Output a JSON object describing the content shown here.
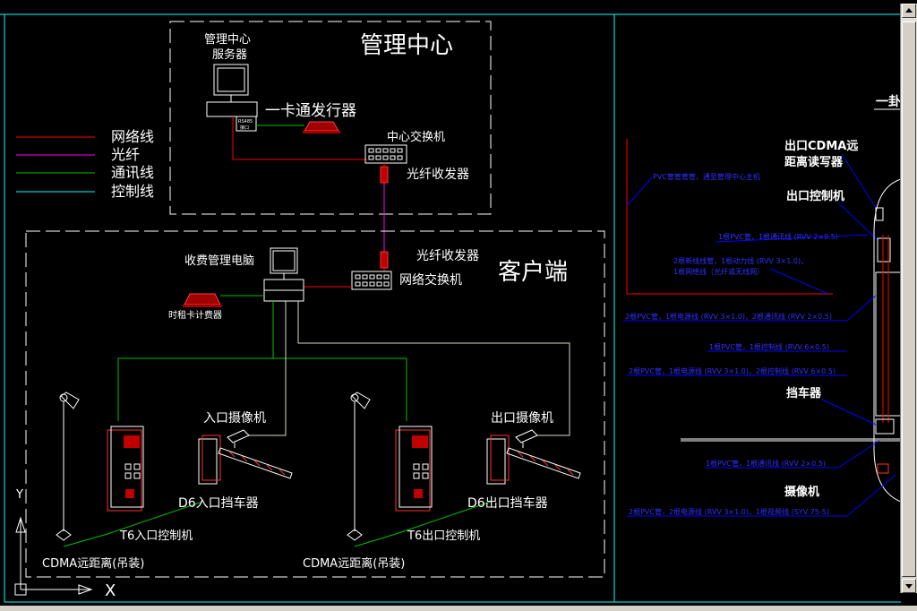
{
  "legend": [
    {
      "label": "网络线",
      "color": "#ff0000"
    },
    {
      "label": "光纤",
      "color": "#ff00ff"
    },
    {
      "label": "通讯线",
      "color": "#00c000"
    },
    {
      "label": "控制线",
      "color": "#00ffff"
    }
  ],
  "mgmt": {
    "title": "管理中心",
    "server_label_1": "管理中心",
    "server_label_2": "服务器",
    "card_issuer": "一卡通发行器",
    "center_switch": "中心交换机",
    "fiber_tx_top": "光纤收发器",
    "rs485_1": "RS485",
    "rs485_2": "接口"
  },
  "client": {
    "title": "客户端",
    "fee_pc": "收费管理电脑",
    "fiber_tx_bottom": "光纤收发器",
    "net_switch": "网络交换机",
    "time_card": "时租卡计费器",
    "entry_camera": "入口摄像机",
    "exit_camera": "出口摄像机",
    "entry_barrier": "D6入口挡车器",
    "exit_barrier": "D6出口挡车器",
    "entry_ctrl": "T6入口控制机",
    "exit_ctrl": "T6出口控制机",
    "cdma_left": "CDMA远距离(吊装)",
    "cdma_right": "CDMA远距离(吊装)"
  },
  "right_panel": {
    "top_label": "一卦",
    "exit_cdma_1": "出口CDMA远",
    "exit_cdma_2": "距离读写器",
    "exit_ctrl": "出口控制机",
    "barrier": "挡车器",
    "camera": "摄像机",
    "note1": "PVC管管管管，通至管理中心主机",
    "note2": "1根PVC管，1根通讯线 (RVV 2×0.5)",
    "note3a": "2根新线线管，1根动力线 (RVV 3×1.0)，",
    "note3b": "1根网络线（光纤或无线网）",
    "note4": "2根PVC管，1根电源线 (RVV 3×1.0)，2根通讯线 (RVV 2×0.5)",
    "note5": "1根PVC管，1根控制线 (RVV 6×0.5)",
    "note6": "2根PVC管，1根电源线 (RVV 3×1.0)，2根控制线 (RVV 6×0.5)",
    "note7": "1根PVC管，1根通讯线 (RVV 2×0.5)",
    "note8": "2根PVC管，2根电源线 (RVV 3×1.0)，1根视频线 (SYV 75-5)"
  },
  "ucs": {
    "x": "X",
    "y": "Y"
  }
}
